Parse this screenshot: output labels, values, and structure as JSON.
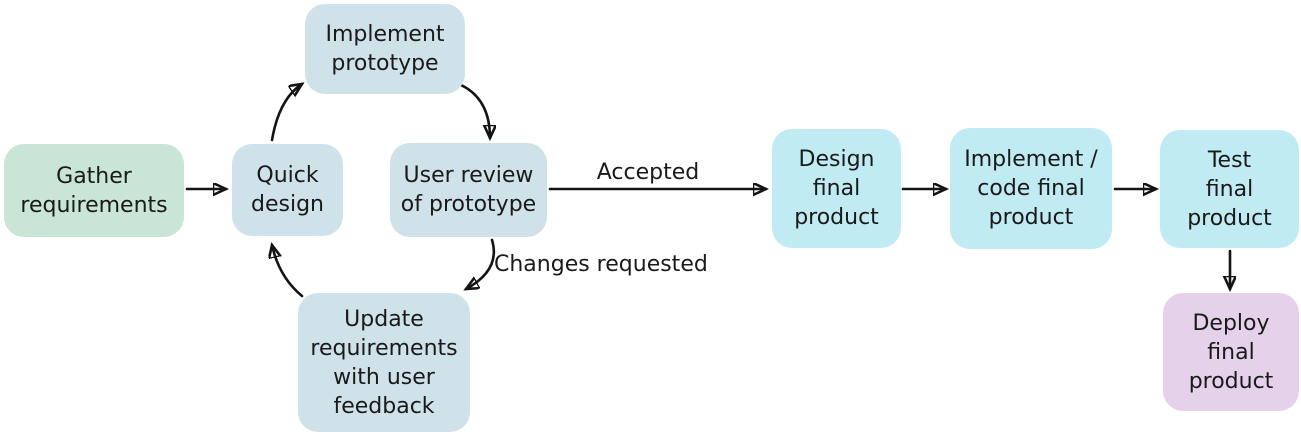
{
  "diagram": {
    "title_semantic": "Prototyping software development process flow",
    "background_color": "#ffffff",
    "arrow_color": "#141414",
    "text_color": "#1a1a1a",
    "nodes": [
      {
        "id": "gather-requirements",
        "label": "Gather\nrequirements",
        "color": "#c9e5d5"
      },
      {
        "id": "quick-design",
        "label": "Quick\ndesign",
        "color": "#cfe1e9"
      },
      {
        "id": "implement-prototype",
        "label": "Implement\nprototype",
        "color": "#cfe1e9"
      },
      {
        "id": "user-review-prototype",
        "label": "User review\nof prototype",
        "color": "#cfe1e9"
      },
      {
        "id": "update-requirements",
        "label": "Update\nrequirements\nwith user\nfeedback",
        "color": "#cfe1e9"
      },
      {
        "id": "design-final-product",
        "label": "Design\nfinal\nproduct",
        "color": "#c0ebf2"
      },
      {
        "id": "implement-code-final",
        "label": "Implement /\ncode final\nproduct",
        "color": "#c0ebf2"
      },
      {
        "id": "test-final-product",
        "label": "Test\nfinal\nproduct",
        "color": "#c0ebf2"
      },
      {
        "id": "deploy-final-product",
        "label": "Deploy\nfinal\nproduct",
        "color": "#e5d1ea"
      }
    ],
    "labels": {
      "accepted": "Accepted",
      "changes_requested": "Changes requested"
    },
    "edges": [
      {
        "from": "gather-requirements",
        "to": "quick-design",
        "label": ""
      },
      {
        "from": "quick-design",
        "to": "implement-prototype",
        "label": ""
      },
      {
        "from": "implement-prototype",
        "to": "user-review-prototype",
        "label": ""
      },
      {
        "from": "user-review-prototype",
        "to": "update-requirements",
        "label": "Changes requested"
      },
      {
        "from": "update-requirements",
        "to": "quick-design",
        "label": ""
      },
      {
        "from": "user-review-prototype",
        "to": "design-final-product",
        "label": "Accepted"
      },
      {
        "from": "design-final-product",
        "to": "implement-code-final",
        "label": ""
      },
      {
        "from": "implement-code-final",
        "to": "test-final-product",
        "label": ""
      },
      {
        "from": "test-final-product",
        "to": "deploy-final-product",
        "label": ""
      }
    ]
  }
}
